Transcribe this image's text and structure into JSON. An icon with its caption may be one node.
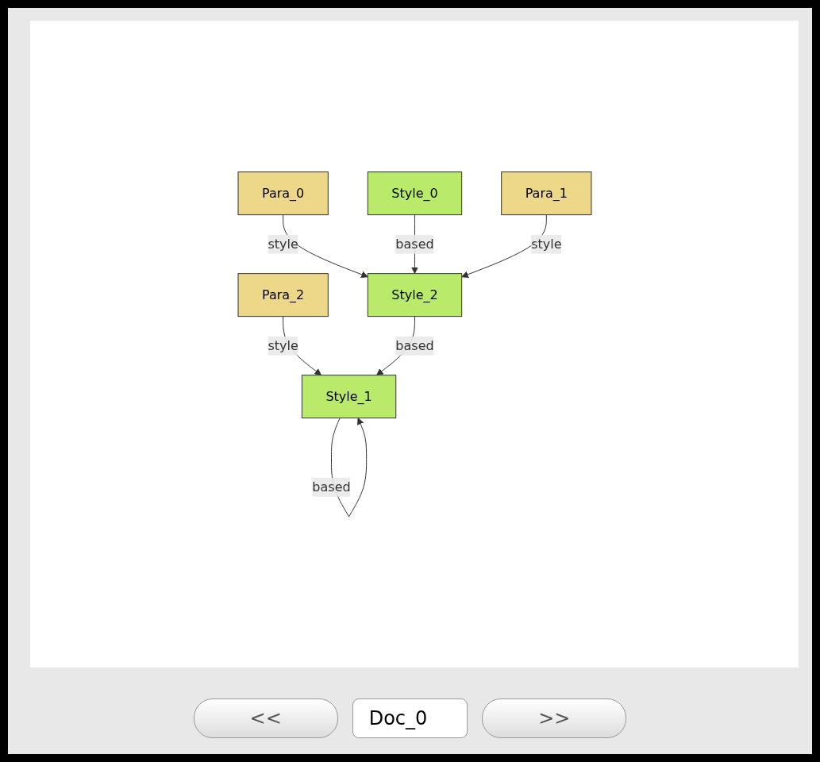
{
  "diagram": {
    "nodes": [
      {
        "text": [
          "Para_0"
        ]
      },
      {
        "text": [
          "Style_0"
        ]
      },
      {
        "text": [
          "Para_1"
        ]
      },
      {
        "text": [
          "Para_2"
        ]
      },
      {
        "text": [
          "Style_2"
        ]
      },
      {
        "text": [
          "Style_1"
        ]
      }
    ],
    "edges": [
      {
        "from": 0,
        "to": 4,
        "arrow": "to",
        "label": "style"
      },
      {
        "from": 1,
        "to": 4,
        "arrow": "to",
        "label": "based"
      },
      {
        "from": 2,
        "to": 4,
        "arrow": "to",
        "label": "style"
      },
      {
        "from": 3,
        "to": 5,
        "arrow": "to",
        "label": "style"
      },
      {
        "from": 4,
        "to": 5,
        "arrow": "to",
        "label": "based"
      },
      {
        "from": 5,
        "to": 5,
        "arrow": "to",
        "label": "based"
      }
    ],
    "labels": [
      "<<",
      "Doc_0",
      ">>"
    ]
  }
}
